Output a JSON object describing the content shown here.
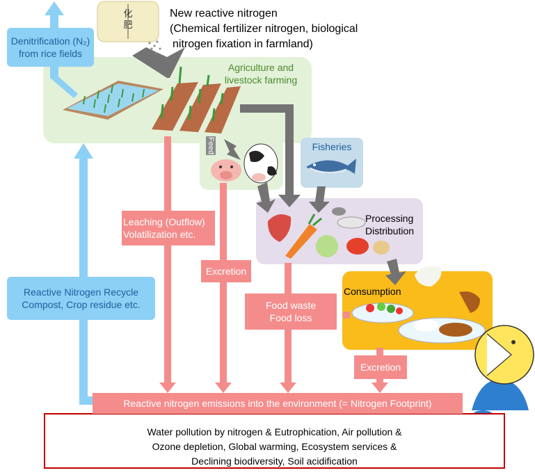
{
  "title": "New reactive nitrogen",
  "title_sub1": "(Chemical fertilizer nitrogen, biological",
  "title_sub2": "nitrogen fixation in farmland)",
  "bag_text": "化肥",
  "agriculture_label1": "Agriculture and",
  "agriculture_label2": "livestock farming",
  "feed_label": "Feed",
  "fisheries_label": "Fisheries",
  "processing_label1": "Processing",
  "processing_label2": "Distribution",
  "consumption_label": "Consumption",
  "denitrification_label1": "Denitrification (N₂)",
  "denitrification_label2": "from rice fields",
  "recycle_label1": "Reactive Nitrogen Recycle",
  "recycle_label2": "Compost, Crop residue etc.",
  "leaching_label1": "Leaching (Outflow)",
  "leaching_label2": "Volatilization etc.",
  "excretion_label_livestock": "Excretion",
  "food_waste_label1": "Food waste",
  "food_waste_label2": "Food loss",
  "excretion_label_consumption": "Excretion",
  "emissions_label": "Reactive nitrogen emissions into the environment (= Nitrogen Footprint)",
  "impacts_line1": "Water pollution by nitrogen & Eutrophication, Air pollution &",
  "impacts_line2": "Ozone depletion, Global warming, Ecosystem services &",
  "impacts_line3": "Declining biodiversity, Soil acidification",
  "colors": {
    "pink": "#f48c8c",
    "light_blue": "#8dd0f5",
    "blue_text": "#1a5f9e",
    "green_panel": "#e3f1d9",
    "purple_panel": "#e5dcec",
    "fish_panel": "#c5dcea",
    "consumption_panel": "#f9bc1b",
    "gray_arrow": "#737373",
    "impact_border": "#c00000",
    "green_text": "#4a8a2a"
  }
}
